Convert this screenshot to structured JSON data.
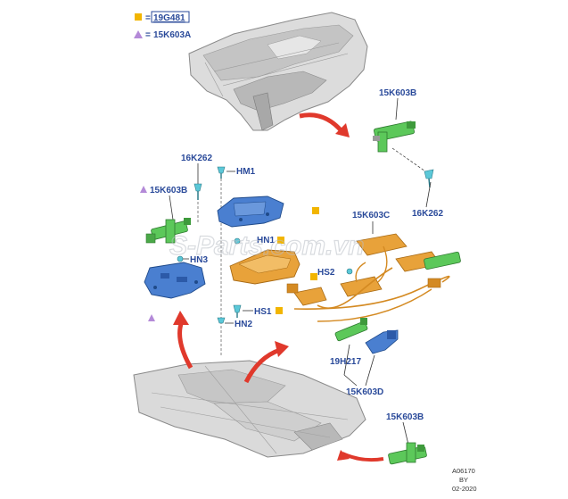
{
  "legend": {
    "square_eq": "=",
    "square_code": "19G481",
    "triangle_eq": "=",
    "triangle_code": "15K603A"
  },
  "labels": {
    "top_module_b": "15K603B",
    "screw_left": "16K262",
    "hm1": "HM1",
    "left_module_b": "15K603B",
    "hn1": "HN1",
    "hn3": "HN3",
    "module_c": "15K603C",
    "hs2": "HS2",
    "hs1": "HS1",
    "hn2": "HN2",
    "screw_right": "16K262",
    "part_19h217": "19H217",
    "module_d": "15K603D",
    "bottom_module_b": "15K603B"
  },
  "watermark": "S-Parts.com.vn",
  "footer": {
    "code": "A06170",
    "by": "BY",
    "date": "02-2020"
  },
  "colors": {
    "label_blue": "#2a4a9a",
    "legend_square": "#f2b500",
    "legend_triangle": "#b48ad8",
    "bracket_blue": "#4a7fd0",
    "module_green": "#5cc85a",
    "orange_part": "#e8a23a",
    "arrow_red": "#e0392c",
    "fastener_cyan": "#5bc8d8"
  }
}
